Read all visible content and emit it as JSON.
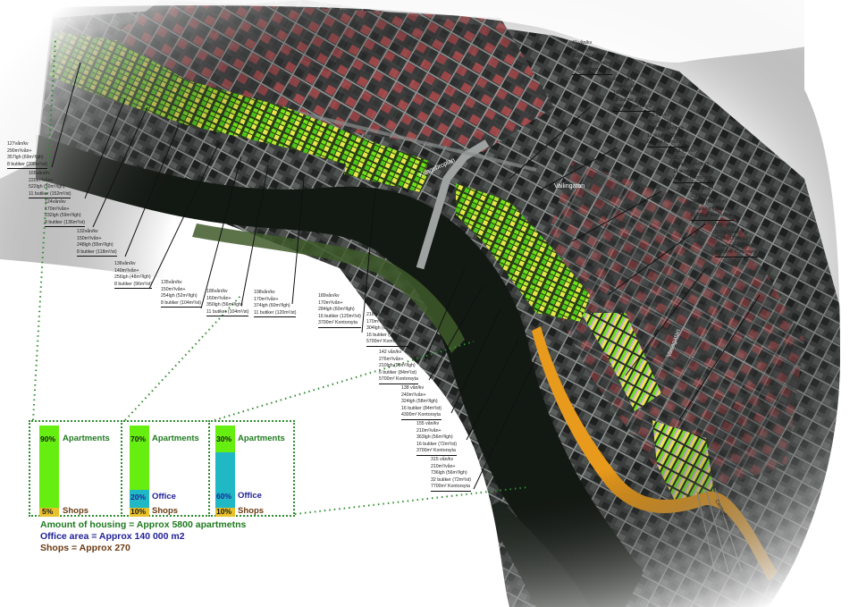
{
  "colors": {
    "apartments": "#66ee11",
    "office": "#1fb8c4",
    "shops": "#e8c12c",
    "apartments_text": "#1f7a1f",
    "office_text": "#22229a",
    "shops_text": "#6b3b12",
    "dotted_line": "#2e8b2e",
    "railway": "#e89a1c",
    "water": "#141a14"
  },
  "map_labels": {
    "street_1": "Kungsbroplan",
    "street_2": "Vallingatan",
    "street_3": "Vasagatan",
    "street_4": "Centralbron"
  },
  "annotations": [
    {
      "id": "a1",
      "lines": [
        "127vån/kv",
        "290m²/vån+",
        "357lgh (69m²/lgh)",
        "8 butiker (208m²/st)"
      ]
    },
    {
      "id": "a2",
      "lines": [
        "165vån/kv",
        "220m²/vån+",
        "522lgh (50m²/lgh)",
        "11 butiker (152m²/st)"
      ]
    },
    {
      "id": "a3",
      "lines": [
        "124vån/kv",
        "170m²/vån+",
        "232lgh (59m²/lgh)",
        "8 butiker (136m²/st)"
      ]
    },
    {
      "id": "a4",
      "lines": [
        "132vån/kv",
        "150m²/vån+",
        "248lgh (55m²/lgh)",
        "8 butiker (118m²/st)"
      ]
    },
    {
      "id": "a5",
      "lines": [
        "136vån/kv",
        "140m²/vån+",
        "256lgh (48m²/lgh)",
        "8 butiker (96m²/st)"
      ]
    },
    {
      "id": "a6",
      "lines": [
        "135vån/kv",
        "150m²/vån+",
        "254lgh (52m²/lgh)",
        "8 butiker (104m²/st)"
      ]
    },
    {
      "id": "a7",
      "lines": [
        "186vån/kv",
        "160m²/vån+",
        "350lgh (56m²/lgh)",
        "11 butiker (104m²/st)"
      ]
    },
    {
      "id": "a8",
      "lines": [
        "198vån/kv",
        "170m²/vån+",
        "374lgh (60m²/lgh)",
        "11 butiker (120m²/st)"
      ]
    },
    {
      "id": "a9",
      "lines": [
        "189vån/kv",
        "170m²/vån+",
        "284lgh (60m²/lgh)",
        "16 butiker (120m²/st)",
        "3700m² Kontorsyta"
      ]
    },
    {
      "id": "a10",
      "lines": [
        "218 vån/kv",
        "170m²/vån+",
        "304lgh (60m²/lgh)",
        "16 butiker (120m²/st)",
        "5700m² Kontorsyta"
      ]
    },
    {
      "id": "a11",
      "lines": [
        "142 vån/kv",
        "276m²/vån+",
        "210lgh (98m²/lgh)",
        "6 butiker (84m²/st)",
        "5700m² Kontorsyta"
      ]
    },
    {
      "id": "a12",
      "lines": [
        "138 vån/kv",
        "240m²/vån+",
        "324lgh (58m²/lgh)",
        "16 butiker (84m²/st)",
        "4300m² Kontorsyta"
      ]
    },
    {
      "id": "a13",
      "lines": [
        "155 vån/kv",
        "210m²/vån+",
        "363lgh (56m²/lgh)",
        "16 butiker (72m²/st)",
        "3700m² Kontorsyta"
      ]
    },
    {
      "id": "a14",
      "lines": [
        "315 vån/kv",
        "210m²/vån+",
        "736lgh (56m²/lgh)",
        "32 butiker (72m²/st)",
        "7700m² Kontorsyta"
      ]
    },
    {
      "id": "a15",
      "lines": [
        "40 vån/kv",
        "250m²/vån+",
        "81lgh (59m²/lgh)",
        "10 butiker (88m²/st)",
        "1600m² Kontorsyta"
      ]
    },
    {
      "id": "a16",
      "lines": [
        "46 vån/kv",
        "450m²/vån+",
        "132lgh (82m²/lgh)",
        "18 butiker (110m²/st)",
        "2300m² Kontorsyta"
      ]
    },
    {
      "id": "a17",
      "lines": [
        "106 vån/kv",
        "250m²/vån+",
        "213lgh (55m²/lgh)",
        "12 butiker (88m²/st)",
        "5100m² Kontorsyta"
      ]
    },
    {
      "id": "a18",
      "lines": [
        "151 vån/kv",
        "260m²/vån+",
        "300lgh (61m²/lgh)",
        "18 butiker (92m²/st)",
        "6100m² Kontorsyta"
      ]
    },
    {
      "id": "a19",
      "lines": [
        "250 vån/kv",
        "330m²/vån+",
        "246lgh (80m²/lgh)",
        "24 butiker (120m²/st)",
        "61000m² Kontorsyta"
      ]
    },
    {
      "id": "a20",
      "lines": [
        "166 vån/kv",
        "325m²/vån+",
        "76lgh (120m²/lgh)",
        "10 butiker (120m²/st)",
        "34000m² Kontorsyta"
      ]
    }
  ],
  "legend": {
    "bars": [
      {
        "apartments_pct": "90%",
        "apartments_label": "Apartments",
        "office_pct": "",
        "office_label": "",
        "shops_pct": "5%",
        "shops_label": "Shops"
      },
      {
        "apartments_pct": "70%",
        "apartments_label": "Apartments",
        "office_pct": "20%",
        "office_label": "Office",
        "shops_pct": "10%",
        "shops_label": "Shops"
      },
      {
        "apartments_pct": "30%",
        "apartments_label": "Apartments",
        "office_pct": "60%",
        "office_label": "Office",
        "shops_pct": "10%",
        "shops_label": "Shops"
      }
    ]
  },
  "summary": {
    "housing": "Amount of housing = Approx 5800 apartmetns",
    "office": "Office area = Approx 140 000 m2",
    "shops": "Shops = Approx 270"
  }
}
